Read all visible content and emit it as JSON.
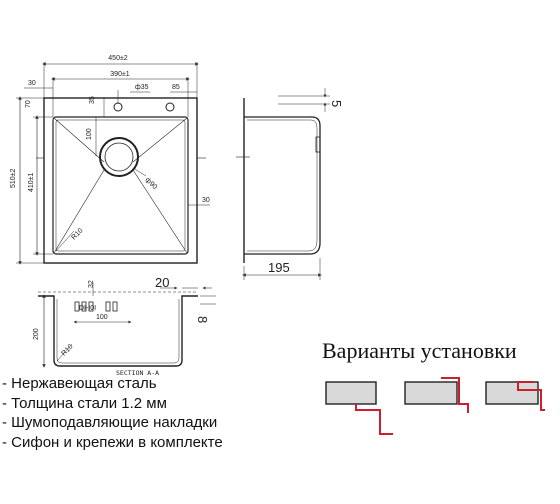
{
  "top_view": {
    "overall_width": "450±2",
    "inner_width": "390±1",
    "left_offset": "30",
    "top_offset": "70",
    "faucet_hole_offset": "35",
    "faucet_hole_diameter": "ф35",
    "right_offset": "85",
    "overall_height": "510±2",
    "inner_height": "410±1",
    "drain_offset": "100",
    "drain_diameter": "ф90",
    "wall_offset": "30",
    "corner_radius": "R10"
  },
  "side_view": {
    "flange_height": "5",
    "depth": "195"
  },
  "section_view": {
    "label": "SECTION A-A",
    "top_edge": "32",
    "flange_width": "20",
    "flange_thickness": "8",
    "depth": "200",
    "bottom_offset": "100",
    "corner_radius": "R10",
    "stamp_text": "DI-I0I"
  },
  "features": [
    "- Нержавеющая сталь",
    "- Толщина стали 1.2 мм",
    "- Шумоподавляющие накладки",
    "- Сифон и крепежи в комплекте"
  ],
  "installation": {
    "title": "Варианты установки",
    "options": [
      "overmount",
      "flush-mount",
      "undermount"
    ],
    "counter_color": "#d9d9d9",
    "cabinet_color": "#cc1f2d"
  }
}
